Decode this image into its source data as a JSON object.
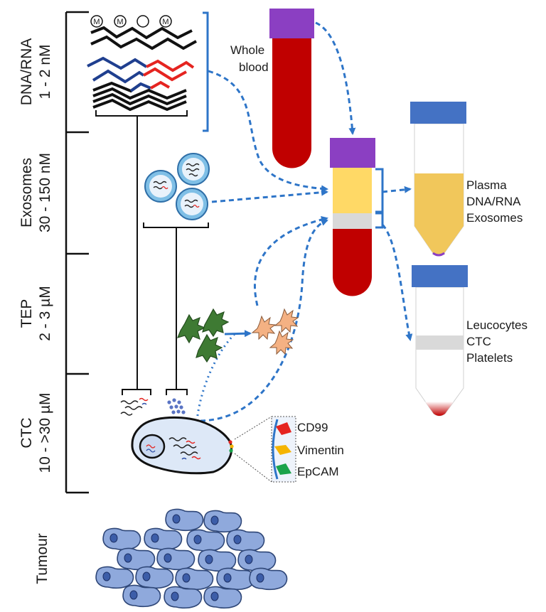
{
  "categories": [
    {
      "name": "DNA/RNA",
      "concentration": "1 - 2 nM"
    },
    {
      "name": "Exosomes",
      "concentration": "30 - 150 nM"
    },
    {
      "name": "TEP",
      "concentration": "2 - 3 µM"
    },
    {
      "name": "CTC",
      "concentration": "10 - >30 µM"
    }
  ],
  "tumour_label": "Tumour",
  "whole_blood_label": [
    "Whole",
    "blood"
  ],
  "methylation_marks": [
    "M",
    "M",
    "",
    "M"
  ],
  "plasma_tube_labels": [
    "Plasma",
    "DNA/RNA",
    "Exosomes"
  ],
  "buffy_tube_labels": [
    "Leucocytes",
    "CTC",
    "Platelets"
  ],
  "markers": [
    {
      "name": "CD99",
      "color": "#e52420"
    },
    {
      "name": "Vimentin",
      "color": "#f5b400"
    },
    {
      "name": "EpCAM",
      "color": "#1aa34a"
    }
  ],
  "colors": {
    "blood": "#c00000",
    "cap_purple": "#8b3fc2",
    "cap_blue": "#4472c4",
    "plasma": "#f1c75b",
    "arrow": "#2e75c8",
    "cell": "#8fa9dc",
    "platelet_inactive": "#3e7a33",
    "platelet_active": "#f4b183"
  }
}
